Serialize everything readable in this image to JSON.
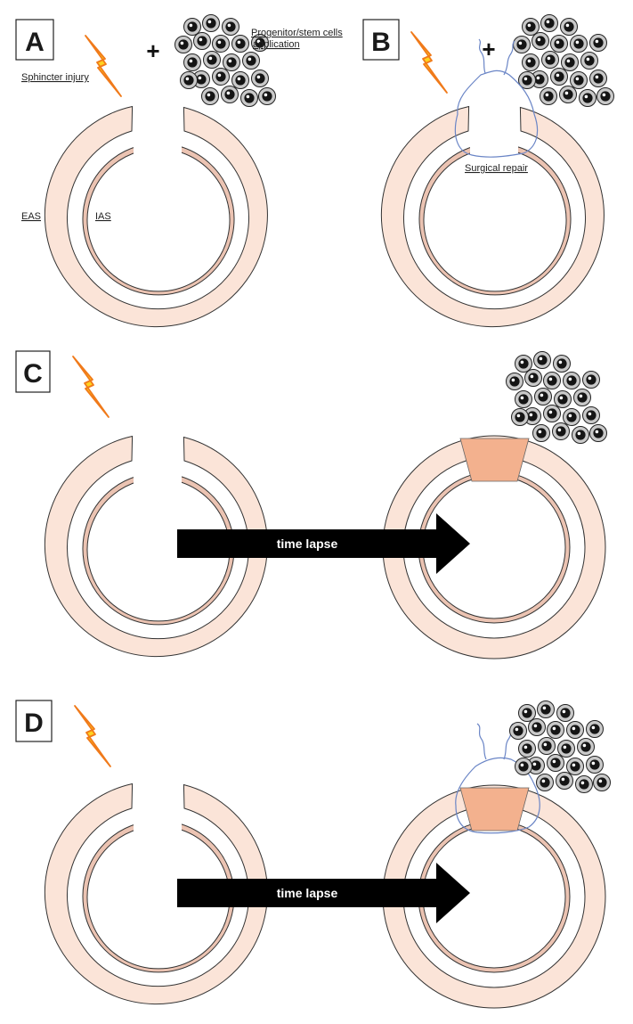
{
  "panels": {
    "a": {
      "letter": "A",
      "injury_label": "Sphincter injury",
      "plus": "+",
      "cells_label_line1": "Progenitor/stem cells",
      "cells_label_line2": "application",
      "eas_label": "EAS",
      "ias_label": "IAS"
    },
    "b": {
      "letter": "B",
      "plus": "+",
      "repair_label": "Surgical repair"
    },
    "c": {
      "letter": "C",
      "arrow_label": "time lapse"
    },
    "d": {
      "letter": "D",
      "arrow_label": "time lapse"
    }
  },
  "colors": {
    "external_sphincter": "#fbe4d8",
    "internal_sphincter": "#ebc3b2",
    "repaired_tissue": "#f3b18e",
    "lightning_fill": "#ffd21f",
    "lightning_stroke": "#f07a1a",
    "suture": "#6a85c6",
    "arrow": "#000000"
  },
  "icons": {
    "injury": "lightning-bolt-icon",
    "cells": "stem-cell-cluster-icon",
    "suture": "suture-loop-icon"
  }
}
